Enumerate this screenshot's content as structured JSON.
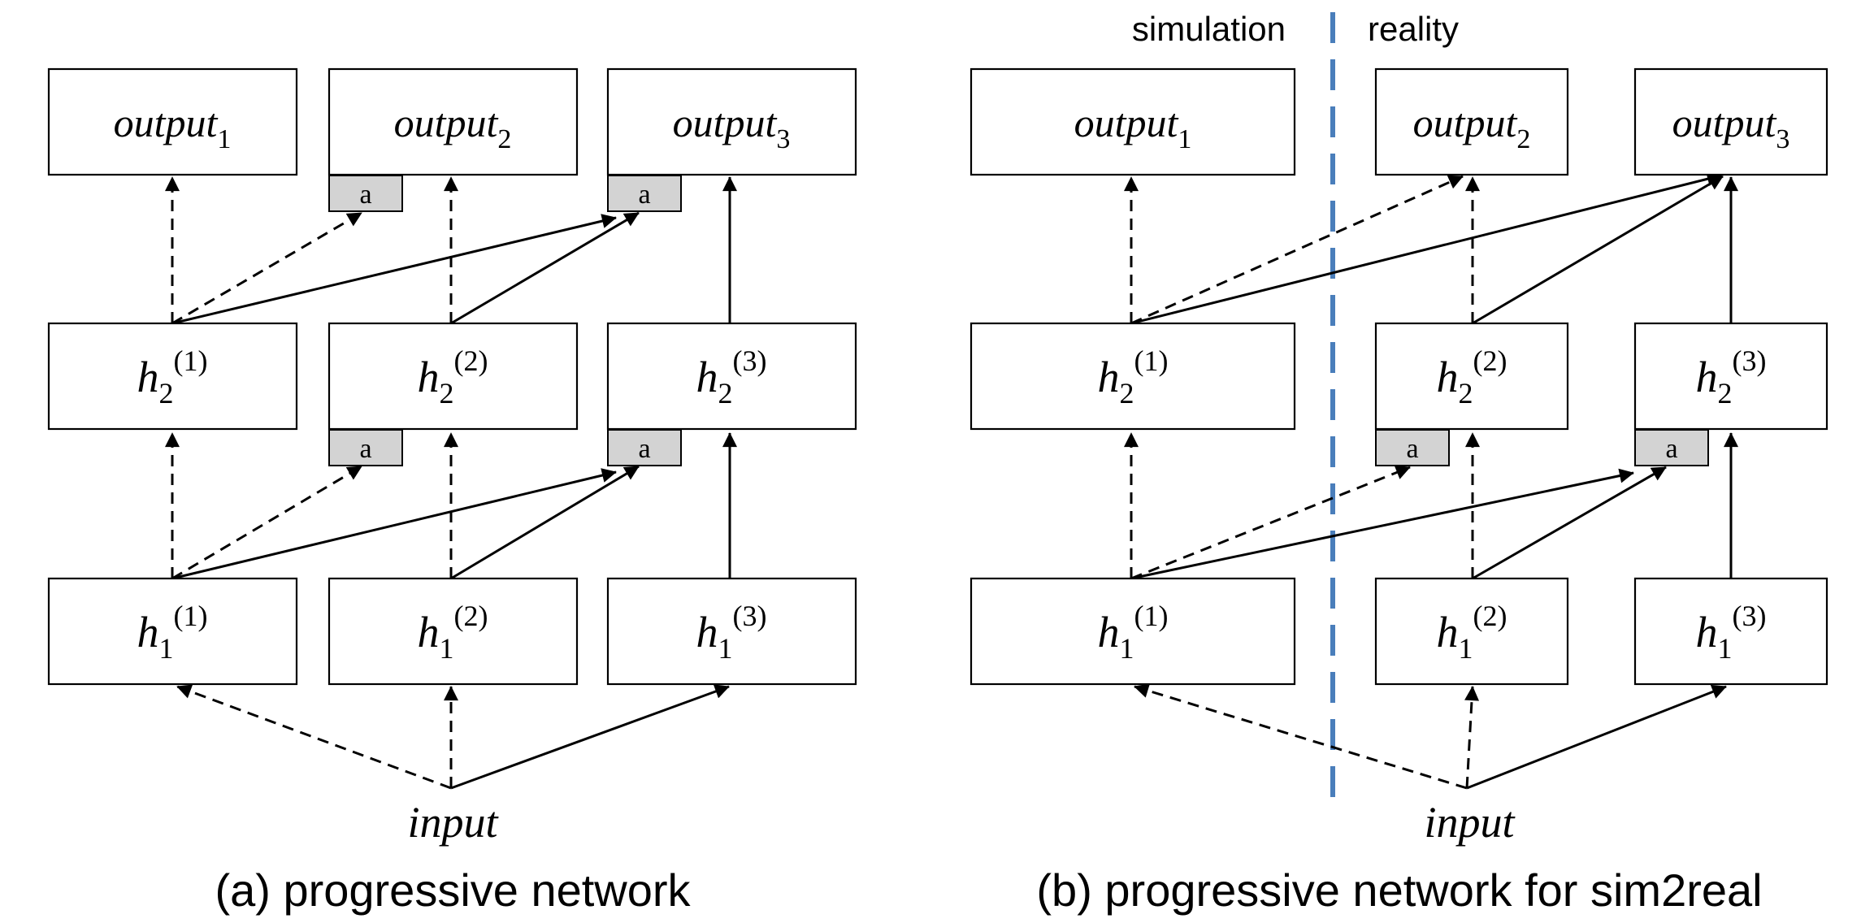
{
  "panels": [
    {
      "caption": "(a) progressive network",
      "boxes": {
        "output_1": {
          "base": "output",
          "sub": "1",
          "sup": ""
        },
        "output_2": {
          "base": "output",
          "sub": "2",
          "sup": ""
        },
        "output_3": {
          "base": "output",
          "sub": "3",
          "sup": ""
        },
        "h2_1": {
          "base": "h",
          "sub": "2",
          "sup": "(1)"
        },
        "h2_2": {
          "base": "h",
          "sub": "2",
          "sup": "(2)"
        },
        "h2_3": {
          "base": "h",
          "sub": "2",
          "sup": "(3)"
        },
        "h1_1": {
          "base": "h",
          "sub": "1",
          "sup": "(1)"
        },
        "h1_2": {
          "base": "h",
          "sub": "1",
          "sup": "(2)"
        },
        "h1_3": {
          "base": "h",
          "sub": "1",
          "sup": "(3)"
        }
      },
      "adapters": [
        "a",
        "a",
        "a",
        "a"
      ],
      "input_label": "input"
    },
    {
      "caption": "(b) progressive network for sim2real",
      "region_labels": {
        "left": "simulation",
        "right": "reality"
      },
      "divider_color": "#4a7ebb",
      "boxes": {
        "output_1": {
          "base": "output",
          "sub": "1",
          "sup": ""
        },
        "output_2": {
          "base": "output",
          "sub": "2",
          "sup": ""
        },
        "output_3": {
          "base": "output",
          "sub": "3",
          "sup": ""
        },
        "h2_1": {
          "base": "h",
          "sub": "2",
          "sup": "(1)"
        },
        "h2_2": {
          "base": "h",
          "sub": "2",
          "sup": "(2)"
        },
        "h2_3": {
          "base": "h",
          "sub": "2",
          "sup": "(3)"
        },
        "h1_1": {
          "base": "h",
          "sub": "1",
          "sup": "(1)"
        },
        "h1_2": {
          "base": "h",
          "sub": "1",
          "sup": "(2)"
        },
        "h1_3": {
          "base": "h",
          "sub": "1",
          "sup": "(3)"
        }
      },
      "adapters": [
        "a",
        "a"
      ],
      "input_label": "input"
    }
  ],
  "legend": {
    "frozen_connection": "dashed",
    "trainable_connection": "solid"
  }
}
